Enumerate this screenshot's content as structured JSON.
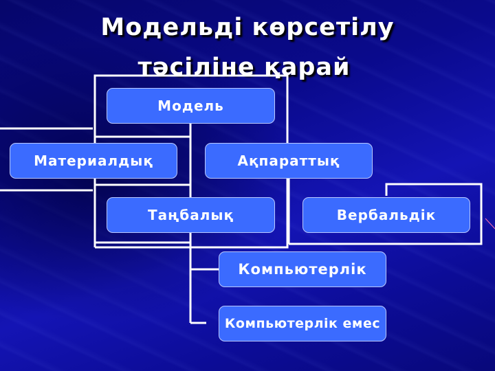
{
  "slide": {
    "title_line1": "Модельді көрсетілу",
    "title_line2": "тәсіліне қарай"
  },
  "diagram": {
    "root": "Модель",
    "nodes": {
      "material": "Материалдық",
      "information": "Ақпараттық",
      "symbolic": "Таңбалық",
      "verbal": "Вербальдік",
      "computer": "Компьютерлік",
      "non_computer": "Компьютерлік емес"
    },
    "colors": {
      "node_fill": "#3b6bff",
      "node_border": "#b9c8ff",
      "connector": "#ffffff",
      "background": "#0a0a8c"
    }
  }
}
